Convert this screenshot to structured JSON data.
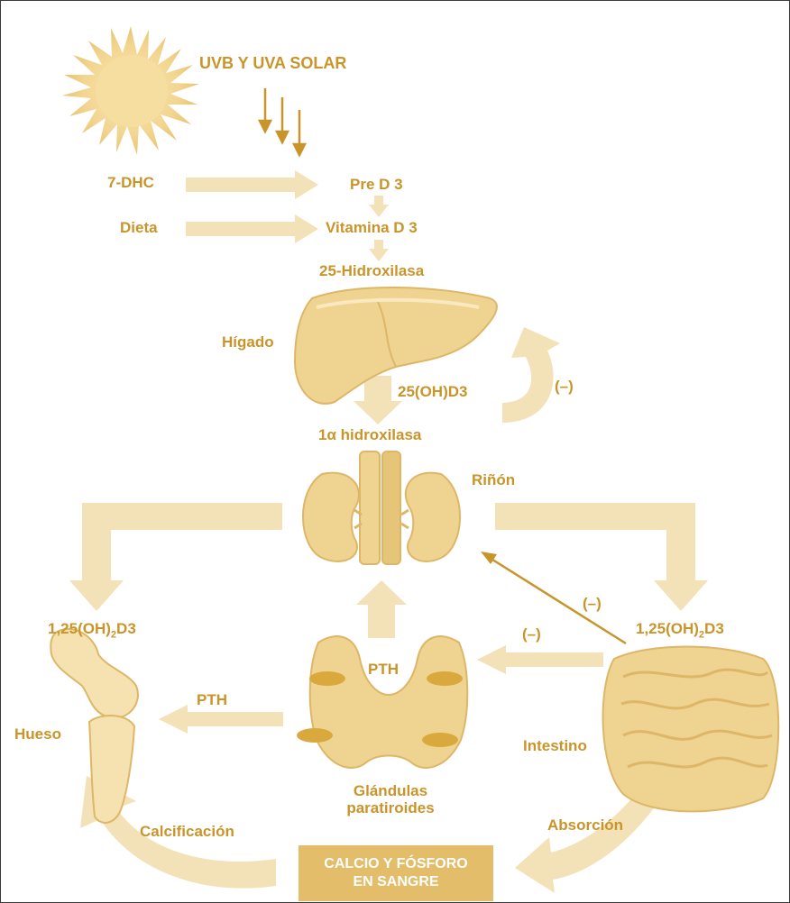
{
  "labels": {
    "solar": "UVB Y UVA SOLAR",
    "dhc": "7-DHC",
    "pred3": "Pre D 3",
    "dieta": "Dieta",
    "vitd3": "Vitamina D 3",
    "hidroxilasa25": "25-Hidroxilasa",
    "higado": "Hígado",
    "oh25d3": "25(OH)D3",
    "feedback_liver": "(–)",
    "hidroxilasa1a": "1α hidroxilasa",
    "rinon": "Riñón",
    "calcitriol_left_a": "1,25(OH)",
    "calcitriol_left_sub": "2",
    "calcitriol_left_b": "D3",
    "calcitriol_right_a": "1,25(OH)",
    "calcitriol_right_sub": "2",
    "calcitriol_right_b": "D3",
    "feedback_kidney": "(–)",
    "feedback_pth": "(–)",
    "pth_top": "PTH",
    "pth_left": "PTH",
    "hueso": "Hueso",
    "intestino": "Intestino",
    "glandulas_1": "Glándulas",
    "glandulas_2": "paratiroides",
    "calcificacion": "Calcificación",
    "absorcion": "Absorción",
    "blood_1": "CALCIO Y FÓSFORO",
    "blood_2": "EN SANGRE"
  },
  "colors": {
    "text": "#c9952a",
    "arrow_light": "#f3e1b8",
    "arrow_dark": "#c9952a",
    "organ": "#efd390",
    "organ_shade": "#ddb767",
    "box": "#e3bd6a"
  }
}
